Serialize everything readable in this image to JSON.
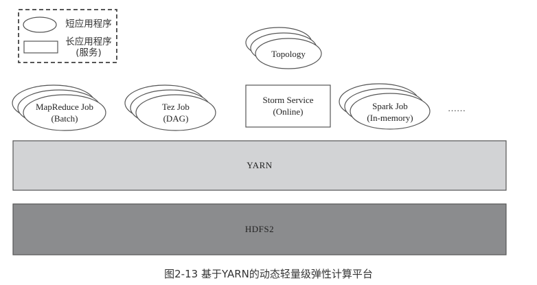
{
  "legend": {
    "short_app_label": "短应用程序",
    "long_app_label_line1": "长应用程序",
    "long_app_label_line2": "(服务)"
  },
  "jobs": [
    {
      "line1": "MapReduce Job",
      "line2": "(Batch)"
    },
    {
      "line1": "Tez Job",
      "line2": "(DAG)"
    },
    {
      "line1": "Spark Job",
      "line2": "(In-memory)"
    }
  ],
  "storm": {
    "topology_label": "Topology",
    "service_line1": "Storm Service",
    "service_line2": "(Online)"
  },
  "more_label": "……",
  "layers": {
    "yarn": "YARN",
    "hdfs": "HDFS2"
  },
  "caption": "图2-13 基于YARN的动态轻量级弹性计算平台",
  "colors": {
    "yarn_fill": "#d2d3d5",
    "hdfs_fill": "#8b8c8e",
    "stroke": "#555555"
  }
}
